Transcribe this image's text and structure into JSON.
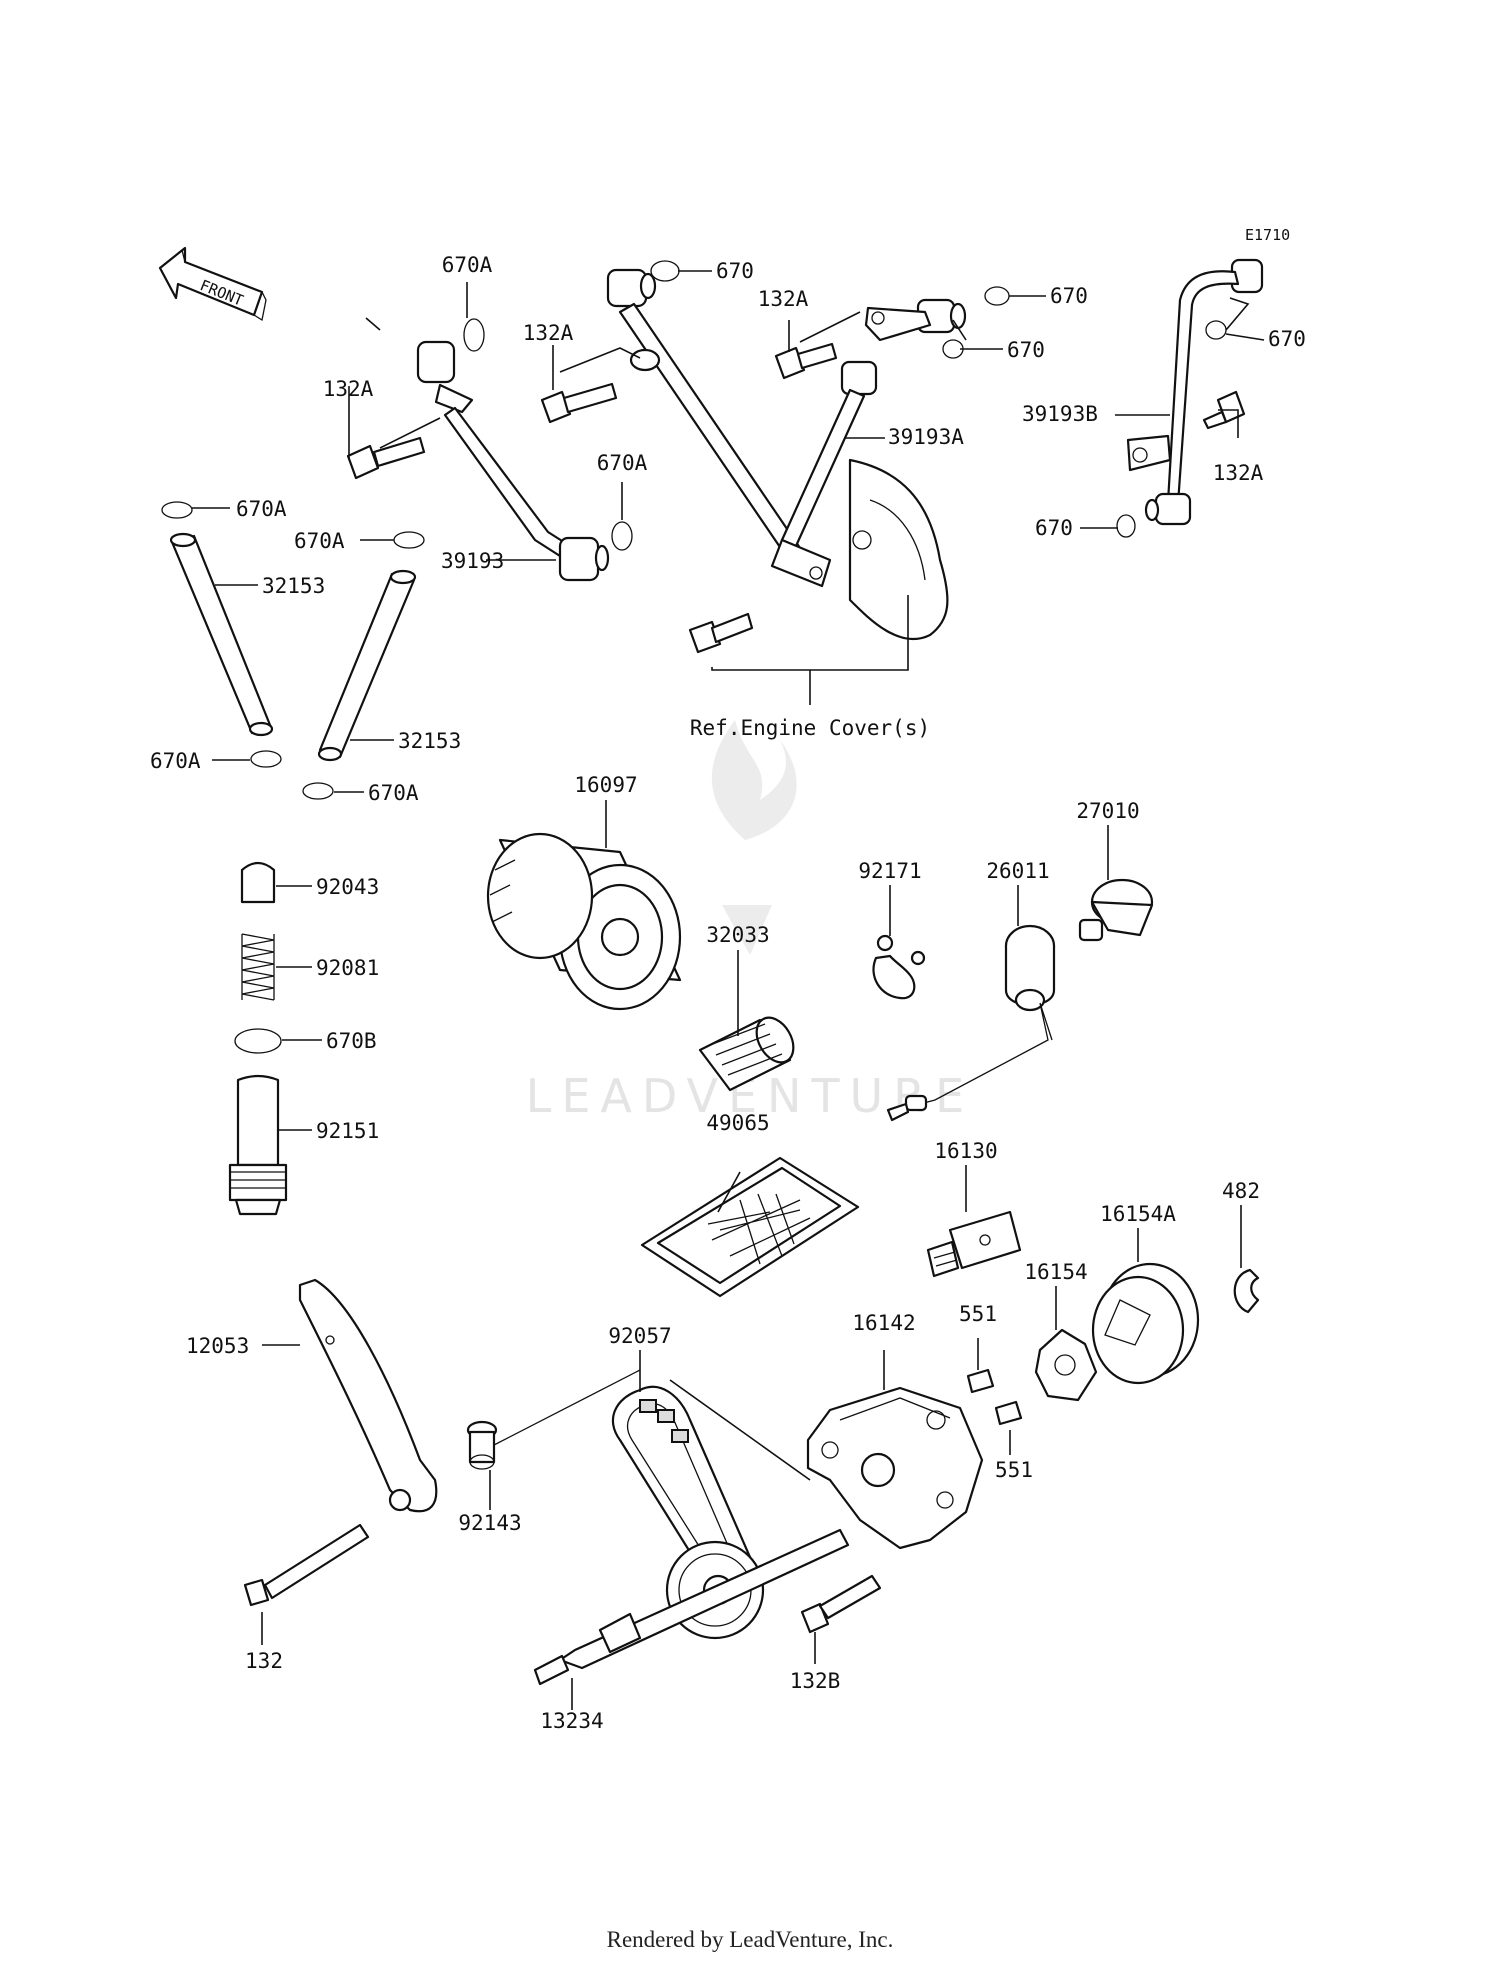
{
  "diagram": {
    "code": "E1710",
    "front_label": "FRONT",
    "ref_note": "Ref.Engine Cover(s)",
    "watermark": "LEADVENTURE",
    "footer": "Rendered by LeadVenture, Inc.",
    "callouts": [
      {
        "id": "c1",
        "text": "670A"
      },
      {
        "id": "c2",
        "text": "670"
      },
      {
        "id": "c3",
        "text": "132A"
      },
      {
        "id": "c4",
        "text": "670"
      },
      {
        "id": "c5",
        "text": "670"
      },
      {
        "id": "c6",
        "text": "670"
      },
      {
        "id": "c7",
        "text": "132A"
      },
      {
        "id": "c8",
        "text": "132A"
      },
      {
        "id": "c9",
        "text": "39193A"
      },
      {
        "id": "c10",
        "text": "39193B"
      },
      {
        "id": "c11",
        "text": "132A"
      },
      {
        "id": "c12",
        "text": "670A"
      },
      {
        "id": "c13",
        "text": "670"
      },
      {
        "id": "c14",
        "text": "670A"
      },
      {
        "id": "c15",
        "text": "670A"
      },
      {
        "id": "c16",
        "text": "39193"
      },
      {
        "id": "c17",
        "text": "32153"
      },
      {
        "id": "c18",
        "text": "32153"
      },
      {
        "id": "c19",
        "text": "670A"
      },
      {
        "id": "c20",
        "text": "670A"
      },
      {
        "id": "c21",
        "text": "16097"
      },
      {
        "id": "c22",
        "text": "27010"
      },
      {
        "id": "c23",
        "text": "92171"
      },
      {
        "id": "c24",
        "text": "26011"
      },
      {
        "id": "c25",
        "text": "92043"
      },
      {
        "id": "c26",
        "text": "32033"
      },
      {
        "id": "c27",
        "text": "92081"
      },
      {
        "id": "c28",
        "text": "670B"
      },
      {
        "id": "c29",
        "text": "92151"
      },
      {
        "id": "c30",
        "text": "49065"
      },
      {
        "id": "c31",
        "text": "16130"
      },
      {
        "id": "c32",
        "text": "482"
      },
      {
        "id": "c33",
        "text": "16154A"
      },
      {
        "id": "c34",
        "text": "16154"
      },
      {
        "id": "c35",
        "text": "12053"
      },
      {
        "id": "c36",
        "text": "92057"
      },
      {
        "id": "c37",
        "text": "16142"
      },
      {
        "id": "c38",
        "text": "551"
      },
      {
        "id": "c39",
        "text": "551"
      },
      {
        "id": "c40",
        "text": "92143"
      },
      {
        "id": "c41",
        "text": "132"
      },
      {
        "id": "c42",
        "text": "132B"
      },
      {
        "id": "c43",
        "text": "13234"
      }
    ]
  }
}
